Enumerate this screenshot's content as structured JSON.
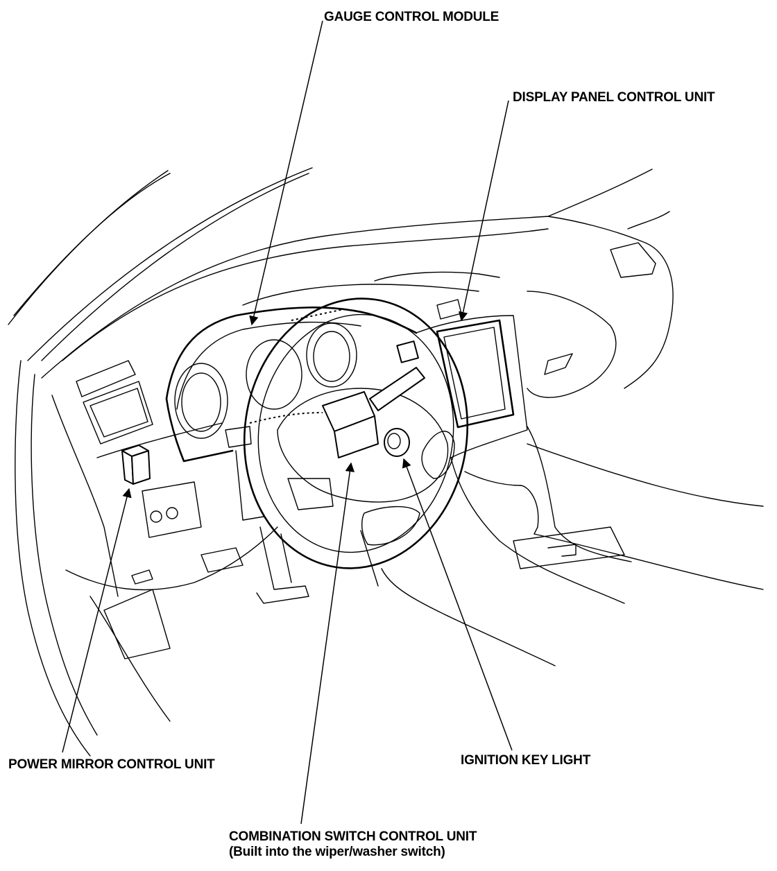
{
  "labels": {
    "gauge_control_module": "GAUGE CONTROL MODULE",
    "display_panel_control_unit": "DISPLAY PANEL CONTROL UNIT",
    "power_mirror_control_unit": "POWER MIRROR CONTROL UNIT",
    "ignition_key_light": "IGNITION KEY LIGHT",
    "combination_switch_line1": "COMBINATION SWITCH CONTROL UNIT",
    "combination_switch_line2": "(Built into the wiper/washer switch)"
  }
}
